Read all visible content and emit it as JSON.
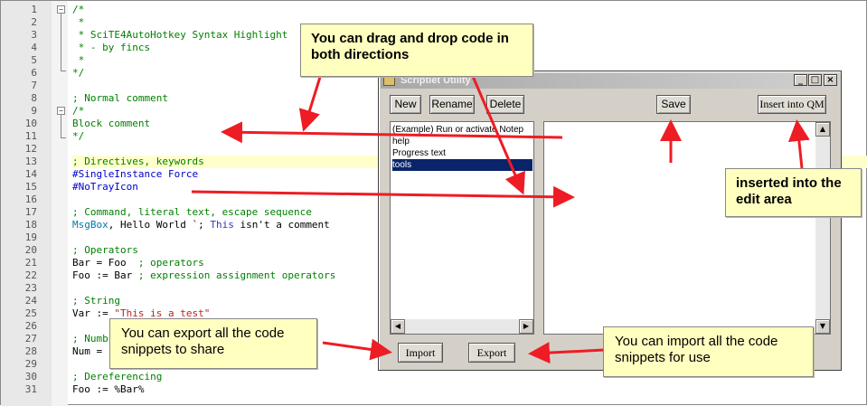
{
  "editor": {
    "lines": [
      {
        "n": "1",
        "parts": [
          {
            "t": "/*",
            "c": "c-comment"
          }
        ]
      },
      {
        "n": "2",
        "parts": [
          {
            "t": " *",
            "c": "c-comment"
          }
        ]
      },
      {
        "n": "3",
        "parts": [
          {
            "t": " * SciTE4AutoHotkey Syntax Highlight",
            "c": "c-comment"
          }
        ]
      },
      {
        "n": "4",
        "parts": [
          {
            "t": " * - by fincs",
            "c": "c-comment"
          }
        ]
      },
      {
        "n": "5",
        "parts": [
          {
            "t": " *",
            "c": "c-comment"
          }
        ]
      },
      {
        "n": "6",
        "parts": [
          {
            "t": "*/",
            "c": "c-comment"
          }
        ]
      },
      {
        "n": "7",
        "parts": []
      },
      {
        "n": "8",
        "parts": [
          {
            "t": "; Normal comment",
            "c": "c-comment"
          }
        ]
      },
      {
        "n": "9",
        "parts": [
          {
            "t": "/*",
            "c": "c-comment"
          }
        ]
      },
      {
        "n": "10",
        "parts": [
          {
            "t": "Block comment",
            "c": "c-comment"
          }
        ]
      },
      {
        "n": "11",
        "parts": [
          {
            "t": "*/",
            "c": "c-comment"
          }
        ]
      },
      {
        "n": "12",
        "parts": []
      },
      {
        "n": "13",
        "parts": [
          {
            "t": "; Directives, keywords ",
            "c": "c-comment"
          }
        ],
        "hl": true
      },
      {
        "n": "14",
        "parts": [
          {
            "t": "#SingleInstance Force",
            "c": "c-directive"
          }
        ]
      },
      {
        "n": "15",
        "parts": [
          {
            "t": "#NoTrayIcon",
            "c": "c-directive"
          }
        ]
      },
      {
        "n": "16",
        "parts": []
      },
      {
        "n": "17",
        "parts": [
          {
            "t": "; Command, literal text, escape sequence",
            "c": "c-comment"
          }
        ]
      },
      {
        "n": "18",
        "parts": [
          {
            "t": "MsgBox",
            "c": "c-cmd"
          },
          {
            "t": ", Hello World `; ",
            "c": ""
          },
          {
            "t": "This",
            "c": "c-kw"
          },
          {
            "t": " isn't a comment",
            "c": ""
          }
        ]
      },
      {
        "n": "19",
        "parts": []
      },
      {
        "n": "20",
        "parts": [
          {
            "t": "; Operators",
            "c": "c-comment"
          }
        ]
      },
      {
        "n": "21",
        "parts": [
          {
            "t": "Bar = Foo  ",
            "c": ""
          },
          {
            "t": "; operators",
            "c": "c-comment"
          }
        ]
      },
      {
        "n": "22",
        "parts": [
          {
            "t": "Foo := Bar ",
            "c": ""
          },
          {
            "t": "; expression assignment operators",
            "c": "c-comment"
          }
        ]
      },
      {
        "n": "23",
        "parts": []
      },
      {
        "n": "24",
        "parts": [
          {
            "t": "; String",
            "c": "c-comment"
          }
        ]
      },
      {
        "n": "25",
        "parts": [
          {
            "t": "Var := ",
            "c": ""
          },
          {
            "t": "\"This is a test\"",
            "c": "c-str"
          }
        ]
      },
      {
        "n": "26",
        "parts": []
      },
      {
        "n": "27",
        "parts": [
          {
            "t": "; Numb",
            "c": "c-comment"
          }
        ]
      },
      {
        "n": "28",
        "parts": [
          {
            "t": "Num = ",
            "c": ""
          }
        ]
      },
      {
        "n": "29",
        "parts": []
      },
      {
        "n": "30",
        "parts": [
          {
            "t": "; Dereferencing",
            "c": "c-comment"
          }
        ]
      },
      {
        "n": "31",
        "parts": [
          {
            "t": "Foo := %Bar%",
            "c": ""
          }
        ]
      }
    ]
  },
  "window": {
    "title": "Scriptlet Utility",
    "minimize_glyph": "_",
    "maximize_glyph": "□",
    "close_glyph": "×",
    "buttons": {
      "new": "New",
      "rename": "Rename",
      "delete": "Delete",
      "save": "Save",
      "insert": "Insert into QM",
      "import": "Import",
      "export": "Export"
    },
    "list_items": [
      {
        "label": "(Example) Run or activate Notep",
        "selected": false
      },
      {
        "label": "help",
        "selected": false
      },
      {
        "label": "Progress text",
        "selected": false
      },
      {
        "label": "tools",
        "selected": true
      }
    ]
  },
  "callouts": {
    "drag_drop": "You can drag and drop code in both directions",
    "inserted": "inserted into the edit area",
    "export": "You can export all the code snippets to share",
    "import": "You can import all the code snippets for use"
  },
  "colors": {
    "arrow": "#ee1c24",
    "callout_bg": "#ffffc0",
    "selection": "#0a246a"
  }
}
